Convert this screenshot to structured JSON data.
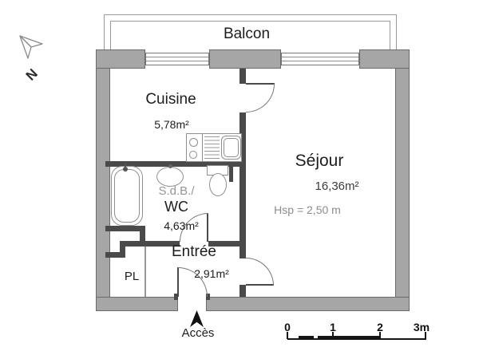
{
  "plan_type": "apartment-floor-plan",
  "compass": {
    "label": "N"
  },
  "balcony": {
    "label": "Balcon"
  },
  "rooms": {
    "cuisine": {
      "name": "Cuisine",
      "area": "5,78m²"
    },
    "sejour": {
      "name": "Séjour",
      "area": "16,36m²",
      "ceiling_height": "Hsp = 2,50 m"
    },
    "bathroom": {
      "name_line1": "S.d.B./",
      "name_line2": "WC",
      "area": "4,63m²"
    },
    "entree": {
      "name": "Entrée",
      "area": "2,91m²"
    },
    "placard": {
      "name": "PL"
    }
  },
  "access": {
    "label": "Accès"
  },
  "scale": {
    "tick_labels": [
      "0",
      "1",
      "2",
      "3m"
    ]
  },
  "colors": {
    "outer_wall": "#a6a6a6",
    "inner_wall": "#4a4a4a",
    "fixture_line": "#8f8f8f",
    "text": "#1d1d1d",
    "muted_text": "#8d8d8d"
  }
}
